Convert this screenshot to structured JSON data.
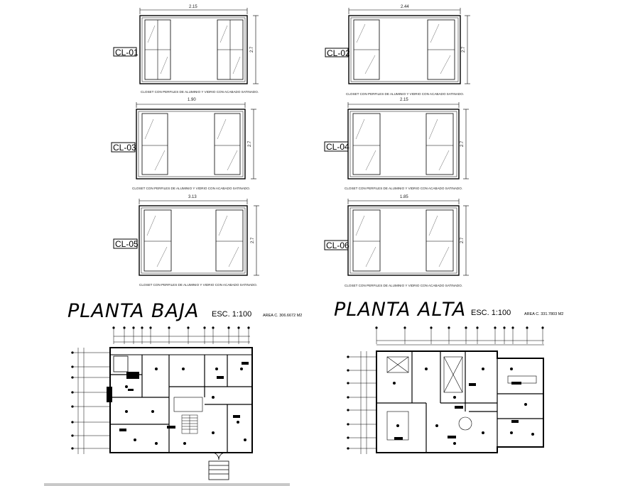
{
  "closets": [
    {
      "tag": "CL-01",
      "width_label": "2.15",
      "height_label": "2.7",
      "caption": "CLOSET CON PERFILES DE ALUMINIO Y VIDRIO CON ACABADO SATINADO."
    },
    {
      "tag": "CL-02",
      "width_label": "2.44",
      "height_label": "2.7",
      "caption": "CLOSET CON PERFILES DE ALUMINIO Y VIDRIO CON ACABADO SATINADO."
    },
    {
      "tag": "CL-03",
      "width_label": "1.90",
      "height_label": "2.7",
      "caption": "CLOSET CON PERFILES DE ALUMINIO Y VIDRIO CON ACABADO SATINADO."
    },
    {
      "tag": "CL-04",
      "width_label": "2.15",
      "height_label": "2.7",
      "caption": "CLOSET CON PERFILES DE ALUMINIO Y VIDRIO CON ACABADO SATINADO."
    },
    {
      "tag": "CL-05",
      "width_label": "3.13",
      "height_label": "2.7",
      "caption": "CLOSET CON PERFILES DE ALUMINIO Y VIDRIO CON ACABADO SATINADO."
    },
    {
      "tag": "CL-06",
      "width_label": "1.85",
      "height_label": "2.7",
      "caption": "CLOSET CON PERFILES DE ALUMINIO Y VIDRIO CON ACABADO SATINADO."
    }
  ],
  "plans": {
    "baja": {
      "title": "PLANTA BAJA",
      "scale": "ESC. 1:100",
      "area": "AREA C. 306.6672 M2"
    },
    "alta": {
      "title": "PLANTA ALTA",
      "scale": "ESC. 1:100",
      "area": "AREA C. 331.7803 M2"
    }
  }
}
